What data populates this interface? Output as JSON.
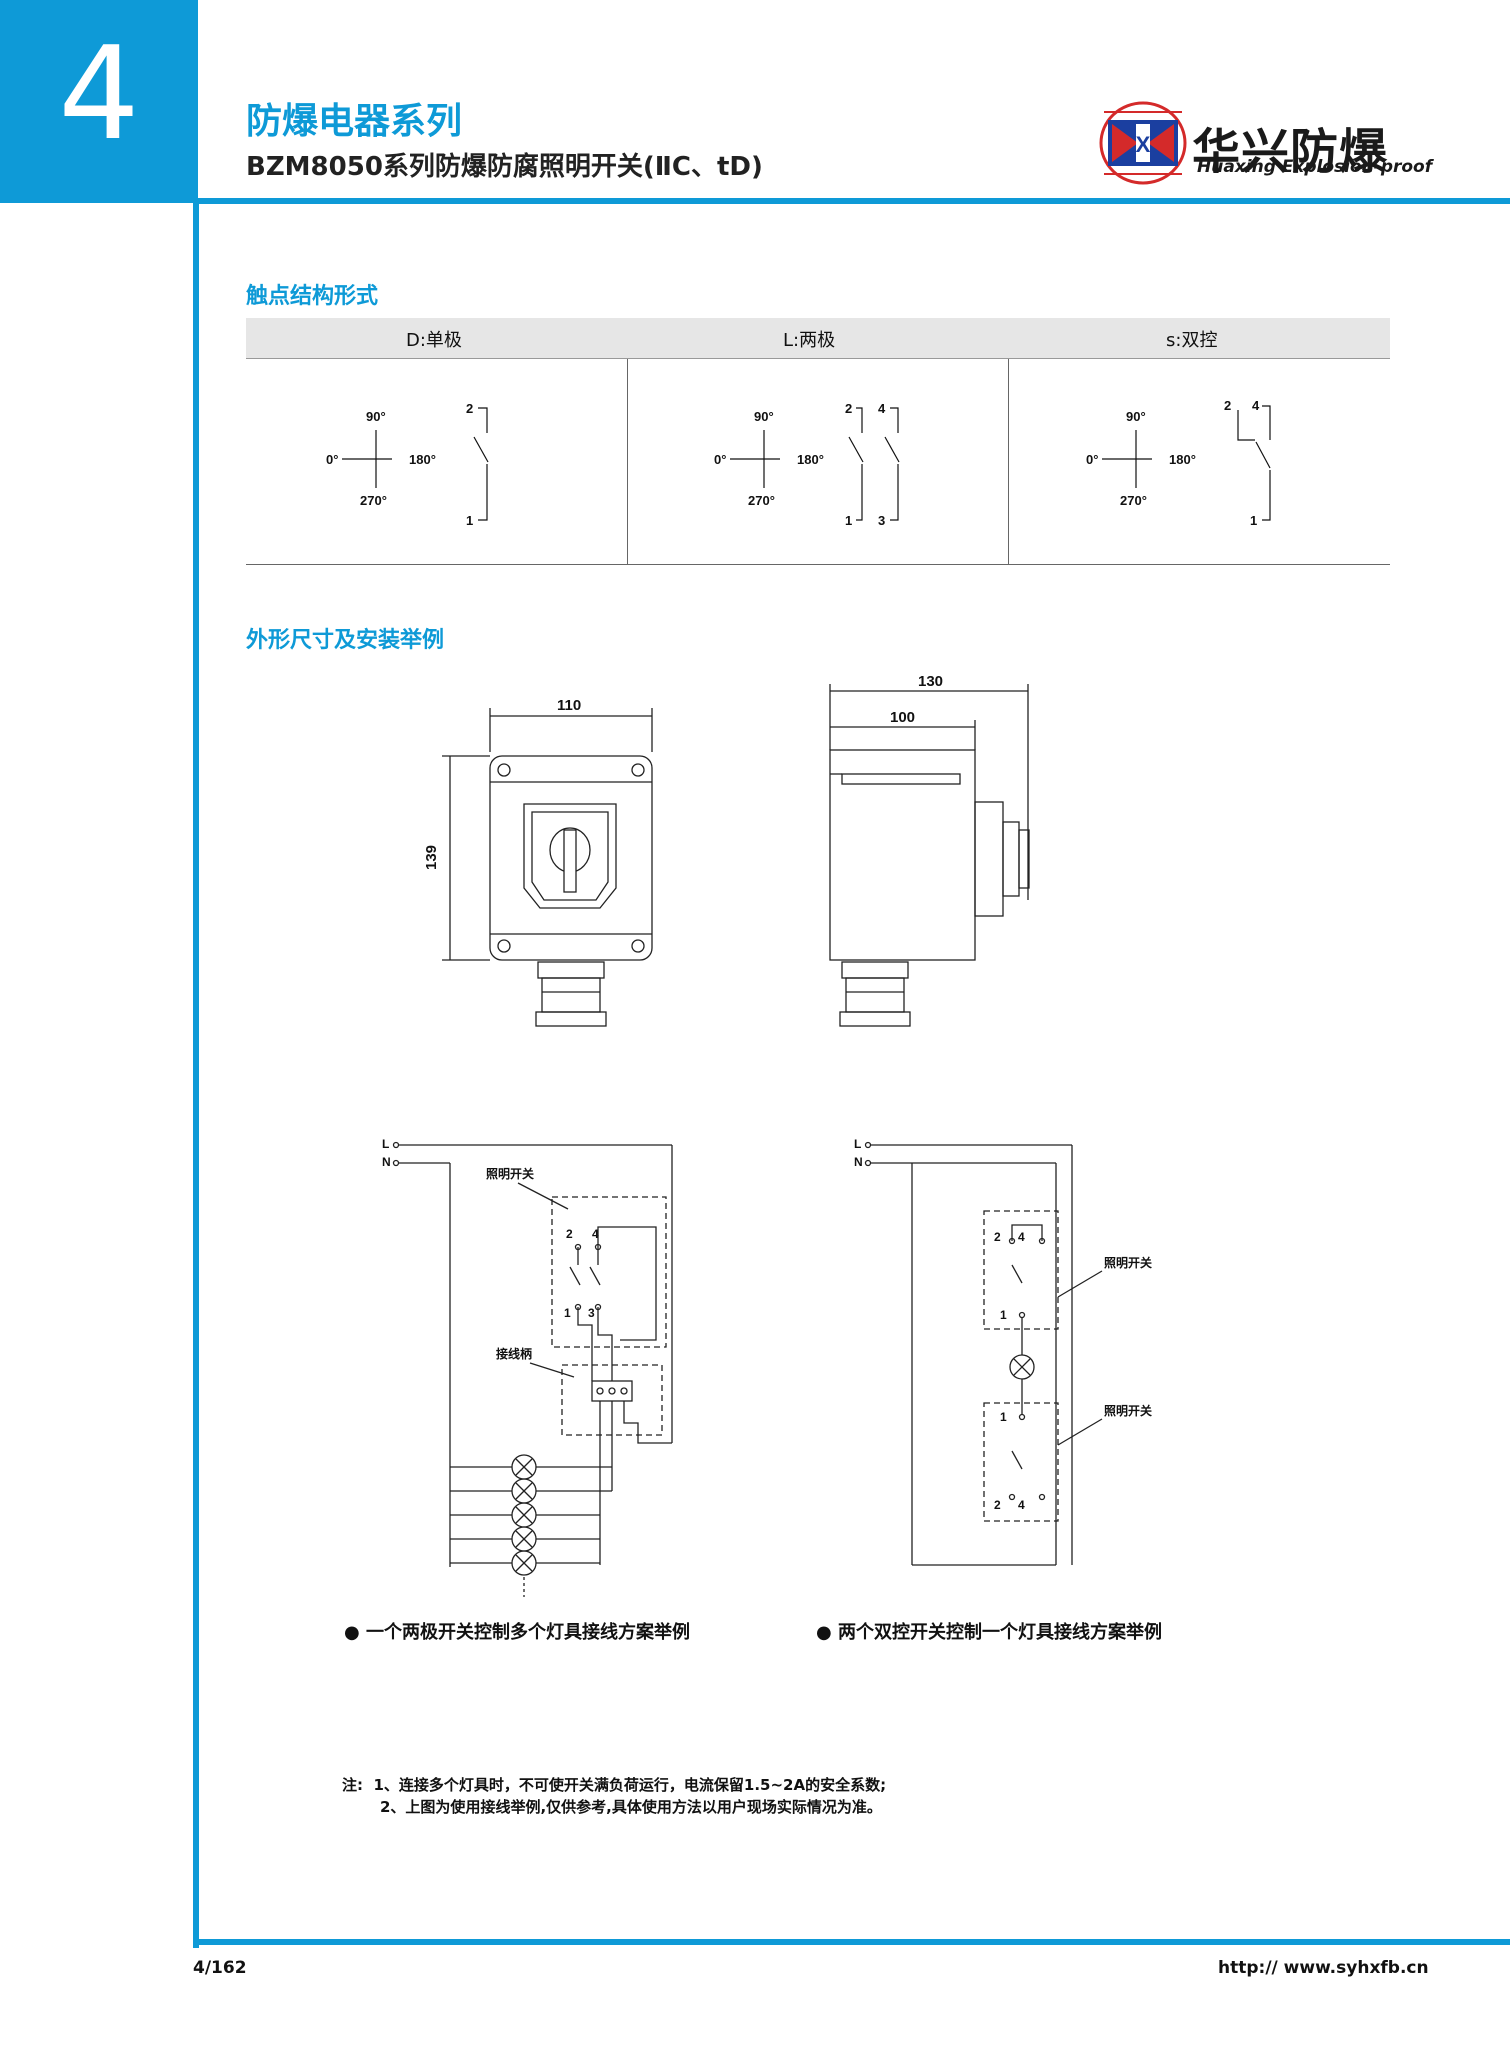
{
  "header": {
    "chapter_number": "4",
    "series_title": "防爆电器系列",
    "product_title": "BZM8050系列防爆防腐照明开关(ⅡC、tD)",
    "logo_cn": "华兴防爆",
    "logo_en": "Huaxing Explosion-proof",
    "brand_color": "#0e9ad7"
  },
  "contacts": {
    "section_title": "触点结构形式",
    "columns": [
      "D:单极",
      "L:两极",
      "s:双控"
    ],
    "angles": {
      "top": "90°",
      "left": "0°",
      "right": "180°",
      "bottom": "270°"
    },
    "terminals": {
      "t1": "1",
      "t2": "2",
      "t3": "3",
      "t4": "4"
    }
  },
  "dimensions": {
    "section_title": "外形尺寸及安装举例",
    "front_width": "110",
    "front_height": "139",
    "side_total": "130",
    "side_body": "100"
  },
  "wiring": {
    "L": "L",
    "N": "N",
    "switch_label": "照明开关",
    "terminal_label": "接线柄",
    "caption_left": "一个两极开关控制多个灯具接线方案举例",
    "caption_right": "两个双控开关控制一个灯具接线方案举例"
  },
  "notes": {
    "prefix": "注:",
    "line1": "1、连接多个灯具时，不可使开关满负荷运行，电流保留1.5~2A的安全系数;",
    "line2": "2、上图为使用接线举例,仅供参考,具体使用方法以用户现场实际情况为准。"
  },
  "footer": {
    "page": "4/162",
    "url": "http:// www.syhxfb.cn"
  }
}
